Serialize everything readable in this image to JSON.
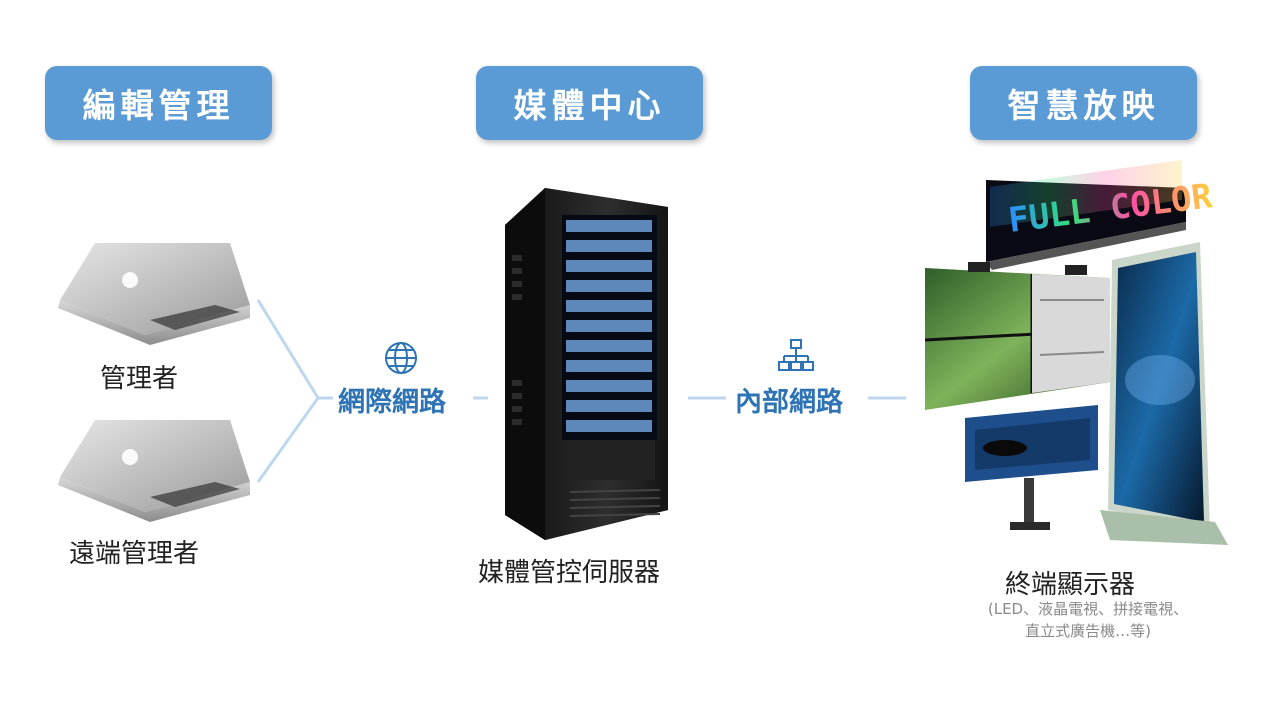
{
  "headers": {
    "edit": "編輯管理",
    "media": "媒體中心",
    "smart": "智慧放映"
  },
  "left": {
    "admin_label": "管理者",
    "remote_label": "遠端管理者"
  },
  "network": {
    "internet_label": "網際網路",
    "intranet_label": "內部網路"
  },
  "center": {
    "server_label": "媒體管控伺服器"
  },
  "right": {
    "terminal_label": "終端顯示器",
    "led_sign_text": "FULL COLOR",
    "terminal_note_line1": "(LED、液晶電視、拼接電視、",
    "terminal_note_line2": "直立式廣告機…等)"
  },
  "colors": {
    "header_bg": "#5b9bd5",
    "network_text": "#2e74b5",
    "connector_line": "#bdd7ee"
  },
  "icons": [
    "laptop-icon",
    "globe-icon",
    "network-tree-icon",
    "server-rack-icon",
    "display-icon"
  ]
}
